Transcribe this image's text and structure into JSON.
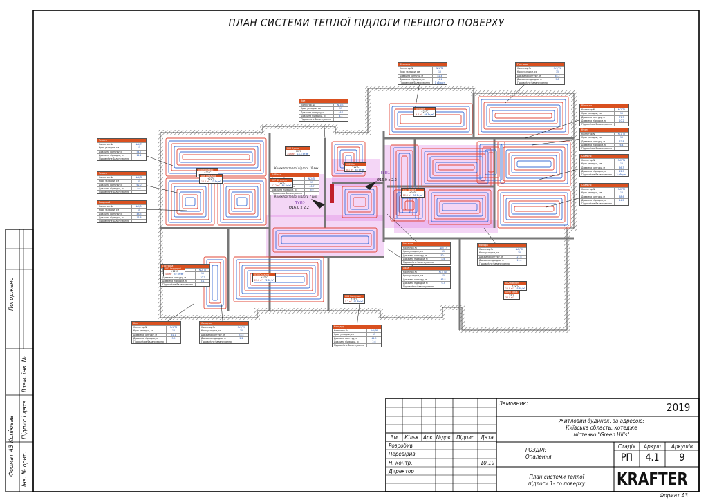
{
  "sheet": {
    "title": "ПЛАН СИСТЕМИ ТЕПЛОЇ ПІДЛОГИ ПЕРШОГО ПОВЕРХУ",
    "format_bottom": "Формат А3"
  },
  "side_stamp": {
    "agreed": "Погоджено",
    "format_copied": "Формат А3 Копіював",
    "inv_orig": "Інв. № ориг.",
    "sign_date": "Підпис і дата",
    "inv_replace": "Взам. інв. №"
  },
  "title_block": {
    "customer_label": "Замовник:",
    "year": "2019",
    "object_line1": "Житловий будинок, за адресою:",
    "object_line2": "Київська область, котедже",
    "object_line3": "містечко \"Green Hills\"",
    "section_label": "РОЗДІЛ:",
    "section_value": "Опалення",
    "stage_label": "Стадія",
    "sheet_label": "Аркуш",
    "sheets_label": "Аркушів",
    "stage_value": "РП",
    "sheet_value": "4.1",
    "sheets_value": "9",
    "drawing_name_line1": "План системи теплої",
    "drawing_name_line2": "підлоги 1- го поверху",
    "brand": "KRAFTER",
    "header_cols": [
      "Зм.",
      "Кільк.",
      "Арк.",
      "№док.",
      "Підпис",
      "Дата"
    ],
    "roles": [
      "Розробив",
      "Перевірив",
      "Н. контр.",
      "Директор"
    ],
    "date_ncontrol": "10.19"
  },
  "plan": {
    "collector_label_1": "Колектор теплої підлоги 10 вих.",
    "collector_label_2": "Колектор теплої підлоги 7 вих.",
    "riser_1": "ТУП1",
    "riser_2": "ТУП2",
    "pipe_1": "Ø16.0 x 2.2",
    "pipe_2": "Ø16.0 x 2.2",
    "box_rows": [
      "Колектор №",
      "Крок укладки, см",
      "Довжина контуру, м",
      "Довжина підводки, м",
      "Гідравлічне балансування"
    ],
    "info_boxes": [
      {
        "title": "Хол",
        "vals": [
          "№1/Т3",
          "15",
          "46.1",
          "4.1",
          ""
        ]
      },
      {
        "title": "Вітальня",
        "vals": [
          "№1/Т4",
          "15",
          "81.4",
          "14.1",
          "1 оборот"
        ]
      },
      {
        "title": "Гостьова",
        "vals": [
          "№1/Т1",
          "15",
          "65.2",
          "5.8",
          ""
        ]
      },
      {
        "title": "Вітальня",
        "vals": [
          "№2/Т2",
          "15",
          "71.7",
          "10.2",
          ""
        ]
      },
      {
        "title": "Кухня",
        "vals": [
          "№1/Т5",
          "10",
          "52.8",
          "6.4",
          ""
        ]
      },
      {
        "title": "Спальня",
        "vals": [
          "№2/Т1",
          "15",
          "66.3",
          "12.9",
          "2 оберти"
        ]
      },
      {
        "title": "Спальня",
        "vals": [
          "№2/Т3",
          "15",
          "68.6",
          "14.5",
          ""
        ]
      },
      {
        "title": "Тераса",
        "vals": [
          "№1/Т7",
          "15",
          "54.7",
          "11.2",
          ""
        ]
      },
      {
        "title": "Тераса",
        "vals": [
          "№1/Т8",
          "15",
          "62.0",
          "9.6",
          ""
        ]
      },
      {
        "title": "Гардероб",
        "vals": [
          "№2/Т4",
          "10",
          "48.3",
          "13.6",
          ""
        ]
      },
      {
        "title": "Гостьова",
        "vals": [
          "№2/Т5",
          "15",
          "70.2",
          "5.1",
          ""
        ]
      },
      {
        "title": "Хол",
        "vals": [
          "№1/Т6",
          "15",
          "61.1",
          "3.9",
          ""
        ]
      },
      {
        "title": "Санвузол",
        "vals": [
          "№1/Т9",
          "10",
          "33.5",
          "2.2",
          ""
        ]
      },
      {
        "title": "Коридор",
        "vals": [
          "№2/Т6",
          "15",
          "41.9",
          "2.6",
          ""
        ]
      },
      {
        "title": "Спальня",
        "vals": [
          "№2/Т7",
          "15",
          "50.4",
          "8.6",
          ""
        ]
      },
      {
        "title": "Холл",
        "vals": [
          "№1/Т10",
          "15",
          "43.8",
          "6.3",
          ""
        ]
      },
      {
        "title": "Комора",
        "vals": [
          "№2/Т2",
          "10",
          "27.6",
          "11.4",
          ""
        ]
      },
      {
        "title": "Кабінет",
        "vals": [
          "№2/Т8",
          "15",
          "40.7",
          "9.9",
          ""
        ]
      }
    ],
    "room_tags": [
      {
        "name": "003 Кухня",
        "t": "+22°C",
        "a": "14.6 м²",
        "b": "18.3 Вт/м²"
      },
      {
        "name": "007 Вітальня",
        "t": "+22°C",
        "a": "27.2 м²",
        "b": "84 Вт/м²"
      },
      {
        "name": "002 Хол",
        "t": "+22°C",
        "a": "8.1 м²",
        "b": "63 Вт/м²"
      },
      {
        "name": "001 Гардероб",
        "t": "+22°C",
        "a": "4.8 м²",
        "b": "52 Вт/м²"
      },
      {
        "name": "010 Спальня",
        "t": "+22°C",
        "a": "21.0 м²",
        "b": "72 Вт/м²"
      },
      {
        "name": "008 Коридор",
        "t": "+22°C",
        "a": "7.3 м²",
        "b": "48 Вт/м²"
      },
      {
        "name": "012 Кабінет",
        "t": "+22°C",
        "a": "12.8 м²",
        "b": "55 Вт/м²"
      },
      {
        "name": "013 Тераса",
        "t": "+20°C",
        "a": "22.5 м²",
        "b": "58 Вт/м²"
      },
      {
        "name": "004 Санвузол",
        "t": "+24°C",
        "a": "5.2 м²",
        "b": "91 Вт/м²"
      },
      {
        "name": "005 Хол",
        "t": "+22°C",
        "a": "9.8 м²",
        "b": "66 Вт/м²"
      },
      {
        "name": "006 Спальня",
        "t": "+22°C",
        "a": "16.4 м²",
        "b": "70 Вт/м²"
      },
      {
        "name": "009 Гараж",
        "t": "+5°C",
        "a": "38.0 м²",
        "b": "—"
      }
    ]
  },
  "colors": {
    "supply": "#e2483a",
    "return": "#3d6fd6",
    "collector_zone": "#d86be0",
    "header": "#d9501f",
    "wall": "#5a5a5a"
  }
}
